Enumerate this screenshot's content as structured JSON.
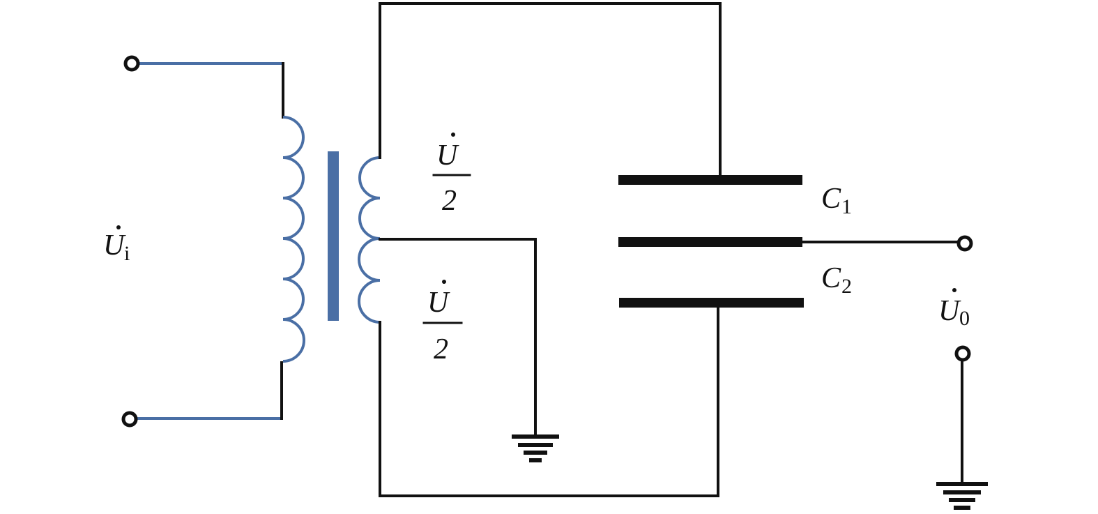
{
  "labels": {
    "input_voltage": {
      "main": "U",
      "sub": "i"
    },
    "upper_half": {
      "numerator": "U",
      "denominator": "2"
    },
    "lower_half": {
      "numerator": "U",
      "denominator": "2"
    },
    "capacitor_1": {
      "main": "C",
      "sub": "1"
    },
    "capacitor_2": {
      "main": "C",
      "sub": "2"
    },
    "output_voltage": {
      "main": "U",
      "sub": "0"
    }
  },
  "colors": {
    "wire": "#111111",
    "transformer": "#4a6fa5",
    "background": "#ffffff"
  }
}
